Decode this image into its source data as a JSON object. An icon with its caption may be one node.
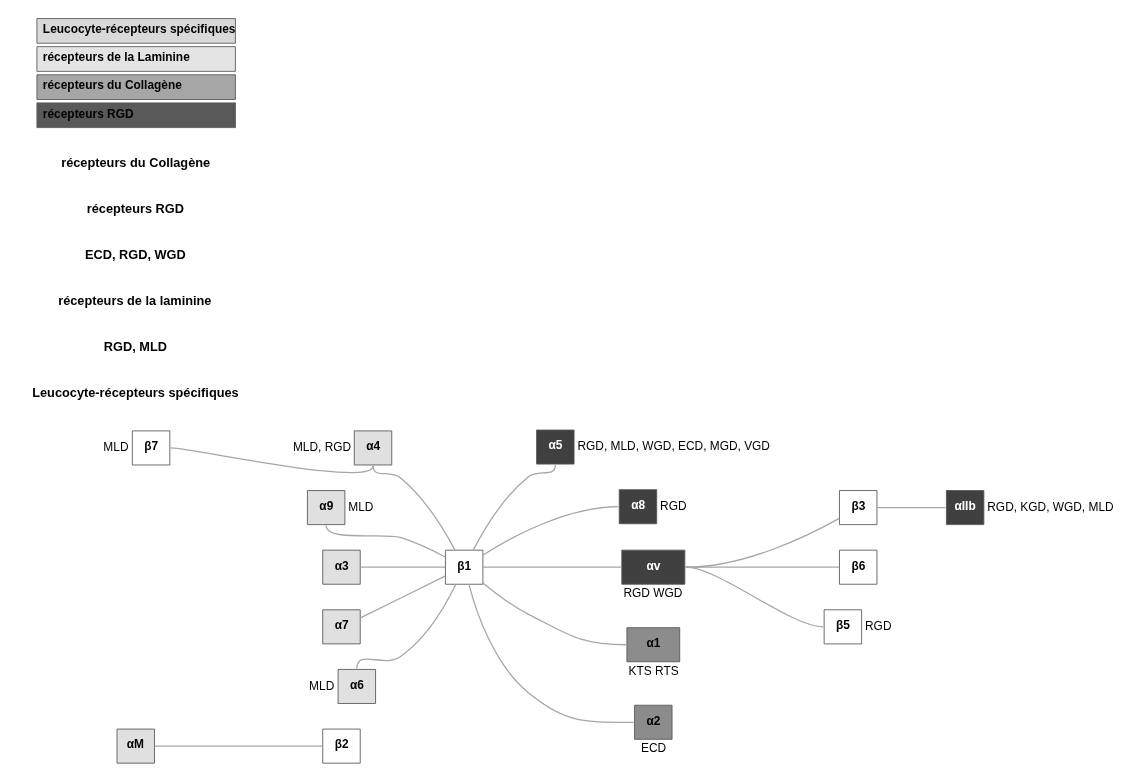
{
  "diagram": {
    "nodes": [
      {
        "text": [
          "αM"
        ]
      },
      {
        "text": [
          "β7"
        ],
        "beside": [
          "MLD"
        ]
      },
      {
        "text": [
          "β2"
        ]
      },
      {
        "text": [
          "α4"
        ],
        "beside": [
          "MLD, RGD"
        ]
      },
      {
        "text": [
          "α9"
        ],
        "beside": [
          "MLD"
        ]
      },
      {
        "text": [
          "α5"
        ],
        "beside": [
          "RGD, MLD, WGD, ECD, MGD, VGD"
        ]
      },
      {
        "text": [
          "αIIb"
        ],
        "beside": [
          "RGD, KGD, WGD, MLD"
        ]
      },
      {
        "text": [
          "α3"
        ]
      },
      {
        "text": [
          "β1"
        ]
      },
      {
        "text": [
          "α7"
        ]
      },
      {
        "text": [
          "α8"
        ],
        "beside": [
          "RGD"
        ]
      },
      {
        "text": [
          "β3"
        ]
      },
      {
        "text": [
          "αv"
        ],
        "beside": [
          "RGD WGD"
        ]
      },
      {
        "text": [
          "β6"
        ]
      },
      {
        "text": [
          "α6"
        ],
        "beside": [
          "MLD"
        ]
      },
      {
        "text": [
          "β5"
        ],
        "beside": [
          "RGD"
        ]
      },
      {
        "text": [
          "α1"
        ],
        "beside": [
          "KTS RTS"
        ]
      },
      {
        "text": [
          "α2"
        ],
        "beside": [
          "ECD"
        ]
      }
    ],
    "edges": [
      {
        "from": 1,
        "to": 3,
        "arrow": "none"
      },
      {
        "from": 0,
        "to": 2,
        "arrow": "none"
      },
      {
        "from": 3,
        "to": 8,
        "arrow": "none"
      },
      {
        "from": 4,
        "to": 8,
        "arrow": "none"
      },
      {
        "from": 7,
        "to": 8,
        "arrow": "none"
      },
      {
        "from": 9,
        "to": 8,
        "arrow": "none"
      },
      {
        "from": 14,
        "to": 8,
        "arrow": "none"
      },
      {
        "from": 8,
        "to": 5,
        "arrow": "none"
      },
      {
        "from": 8,
        "to": 10,
        "arrow": "none"
      },
      {
        "from": 8,
        "to": 12,
        "arrow": "none"
      },
      {
        "from": 8,
        "to": 16,
        "arrow": "none"
      },
      {
        "from": 8,
        "to": 17,
        "arrow": "none"
      },
      {
        "from": 12,
        "to": 11,
        "arrow": "none"
      },
      {
        "from": 12,
        "to": 13,
        "arrow": "none"
      },
      {
        "from": 12,
        "to": 15,
        "arrow": "none"
      },
      {
        "from": 11,
        "to": 6,
        "arrow": "none"
      }
    ],
    "labels": [
      "Leucocyte-récepteurs spécifiques",
      "RGD, MLD",
      "récepteurs de la laminine",
      "ECD, RGD, WGD",
      "récepteurs RGD",
      "récepteurs du Collagène"
    ],
    "legend": [
      {
        "text": "Leucocyte-récepteurs spécifiques",
        "color": "#d9d9d9"
      },
      {
        "text": "récepteurs de la Laminine",
        "color": "#e4e4e4"
      },
      {
        "text": "récepteurs du Collagène",
        "color": "#a6a6a6"
      },
      {
        "text": "récepteurs RGD",
        "color": "#595959"
      }
    ]
  }
}
